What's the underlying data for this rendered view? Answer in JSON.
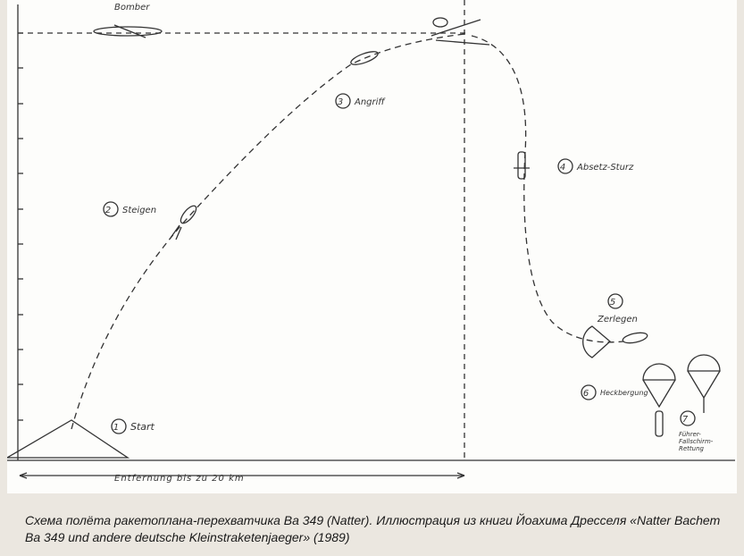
{
  "diagram": {
    "bomber_label": "Bomber",
    "stages": [
      {
        "num": "1",
        "label": "Start"
      },
      {
        "num": "2",
        "label": "Steigen"
      },
      {
        "num": "3",
        "label": "Angriff"
      },
      {
        "num": "4",
        "label": "Absetz-Sturz"
      },
      {
        "num": "5",
        "label": "Zerlegen"
      },
      {
        "num": "6",
        "label": "Heckbergung"
      },
      {
        "num": "7",
        "label_lines": [
          "Führer-",
          "Fallschirm-",
          "Rettung"
        ]
      }
    ],
    "distance_label": "Entfernung bis zu 20 km"
  },
  "caption": "Схема полёта ракетоплана-перехватчика Ba 349 (Natter). Иллюстрация из книги Йоахима Дресселя «Natter Bachem Ba 349 und andere deutsche Kleinstraketenjaeger» (1989)"
}
